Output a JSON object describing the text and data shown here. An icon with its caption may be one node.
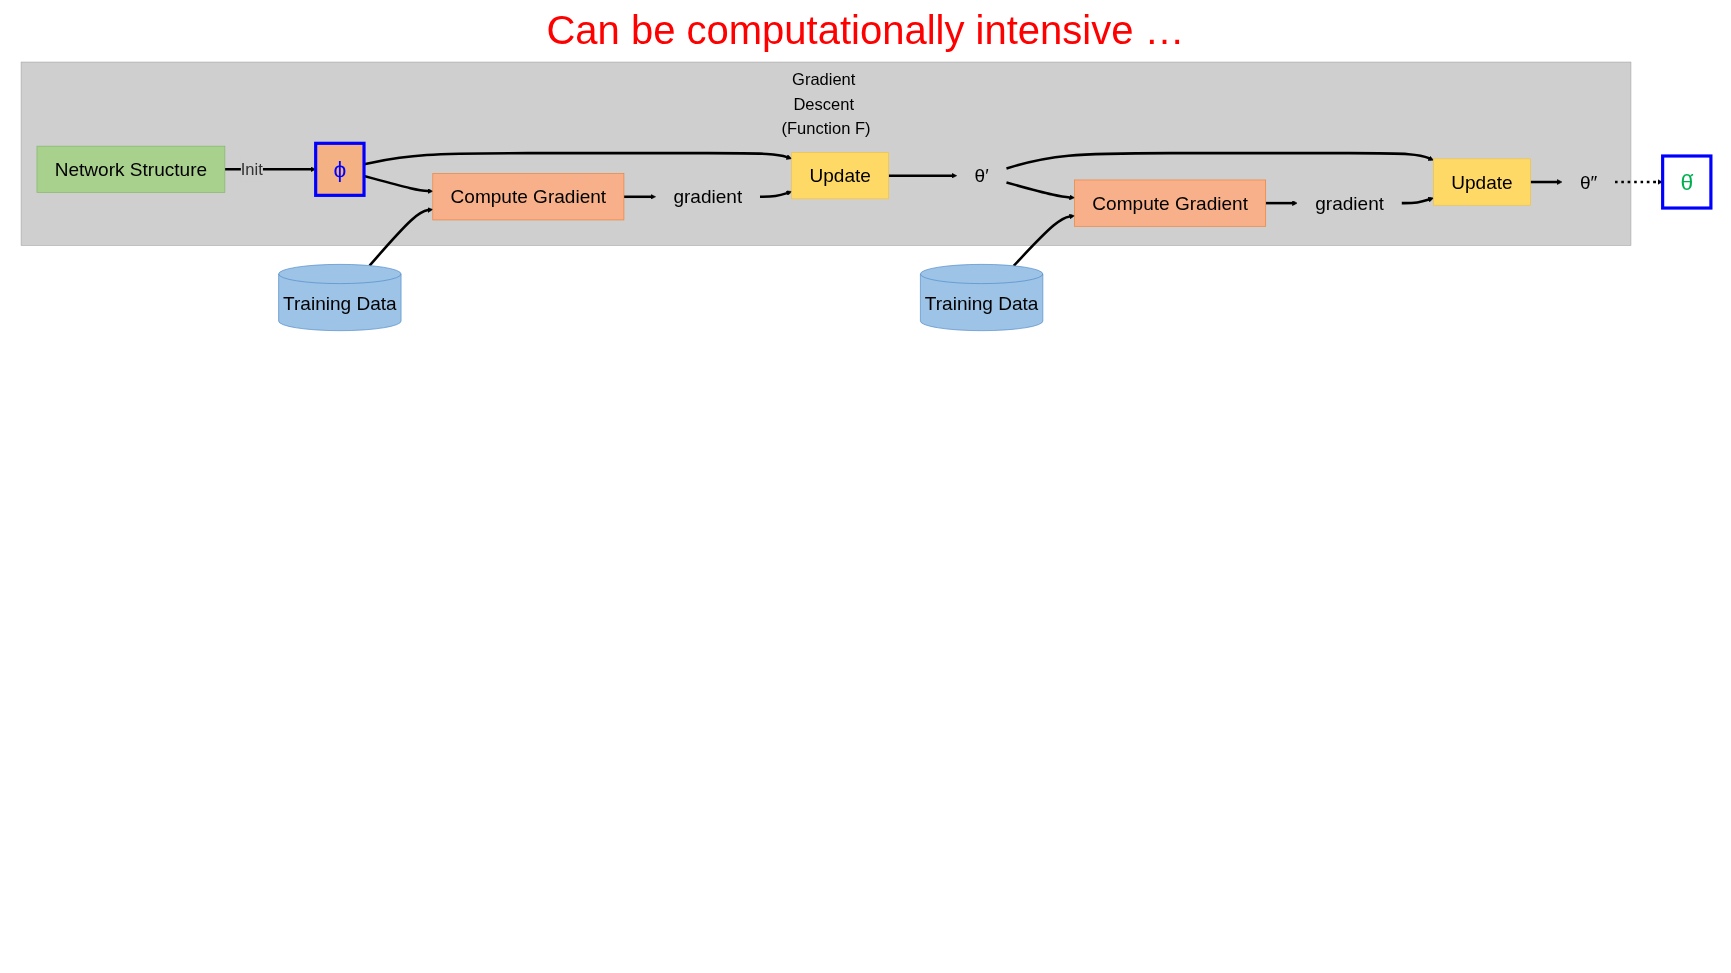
{
  "diagram": {
    "title": "Can be computationally intensive …",
    "nodes": [
      {
        "text": [
          "Gradient Descent (Function F)"
        ]
      },
      {
        "text": [
          "Network Structure"
        ],
        "in": 0
      },
      {
        "text": [
          "ϕ"
        ],
        "in": 0
      },
      {
        "text": [
          "Update"
        ],
        "in": 0
      },
      {
        "text": [
          "θ′"
        ],
        "in": 0
      },
      {
        "text": [
          "Update"
        ],
        "in": 0
      },
      {
        "text": [
          "θ″"
        ],
        "in": 0
      },
      {
        "text": [
          "gradient"
        ],
        "in": 0
      },
      {
        "text": [
          "gradient"
        ],
        "in": 0
      },
      {
        "text": [
          "Compute Gradient"
        ],
        "in": 0
      },
      {
        "text": [
          "Compute Gradient"
        ],
        "in": 0
      },
      {
        "text": [
          "Training Data"
        ]
      },
      {
        "text": [
          "Training Data"
        ]
      },
      {
        "text": [
          "θ̂"
        ]
      }
    ],
    "edges": [
      {
        "from": 1,
        "to": 2,
        "arrow": "to",
        "label": "Init"
      },
      {
        "from": 2,
        "to": 3,
        "arrow": "to"
      },
      {
        "from": 2,
        "to": 9,
        "arrow": "to"
      },
      {
        "from": 3,
        "to": 4,
        "arrow": "to"
      },
      {
        "from": 4,
        "to": 5,
        "arrow": "to"
      },
      {
        "from": 4,
        "to": 10,
        "arrow": "to"
      },
      {
        "from": 5,
        "to": 6,
        "arrow": "to"
      },
      {
        "from": 9,
        "to": 7,
        "arrow": "to"
      },
      {
        "from": 7,
        "to": 3,
        "arrow": "to"
      },
      {
        "from": 10,
        "to": 8,
        "arrow": "to"
      },
      {
        "from": 8,
        "to": 5,
        "arrow": "to"
      },
      {
        "from": 11,
        "to": 9,
        "arrow": "to"
      },
      {
        "from": 12,
        "to": 10,
        "arrow": "to"
      },
      {
        "from": 6,
        "to": 13,
        "arrow": "to",
        "style": "dashed"
      }
    ]
  }
}
